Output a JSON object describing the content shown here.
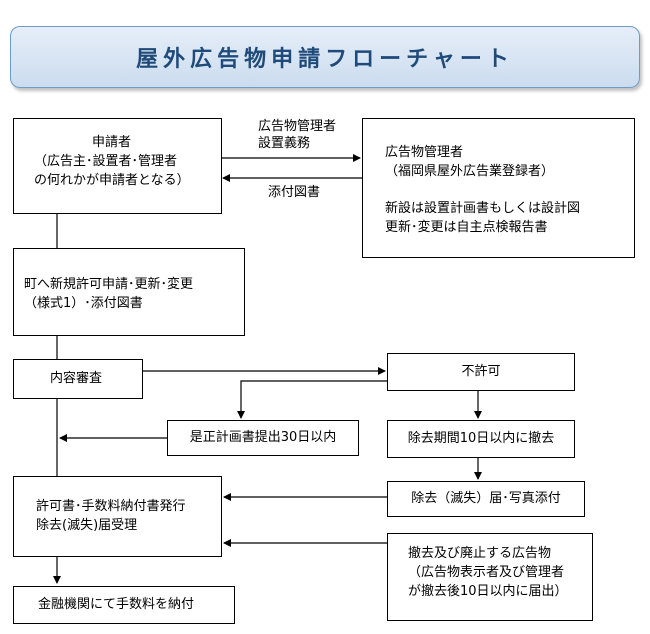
{
  "title": "屋外広告物申請フローチャート",
  "boxes": {
    "applicant": [
      "申請者",
      "（広告主･設置者･管理者",
      "の何れかが申請者となる）"
    ],
    "manager": [
      "広告物管理者",
      "（福岡県屋外広告業登録者）",
      "新設は設置計画書もしくは設計図",
      "更新･変更は自主点検報告書"
    ],
    "town_application": [
      "町へ新規許可申請･更新･変更",
      "（様式1）･添付図書"
    ],
    "review": "内容審査",
    "rejection": "不許可",
    "correction": "是正計画書提出30日以内",
    "removal_period": "除去期間10日以内に撤去",
    "permit_issue": [
      "許可書･手数料納付書発行",
      "除去(滅失)届受理"
    ],
    "removal_notice": "除去（滅失）届･写真添付",
    "withdrawal": [
      "撤去及び廃止する広告物",
      "（広告物表示者及び管理者",
      "が撤去後10日以内に届出）"
    ],
    "payment": "金融機関にて手数料を納付"
  },
  "labels": {
    "to_manager": [
      "広告物管理者",
      "設置義務"
    ],
    "attached": "添付図書"
  }
}
